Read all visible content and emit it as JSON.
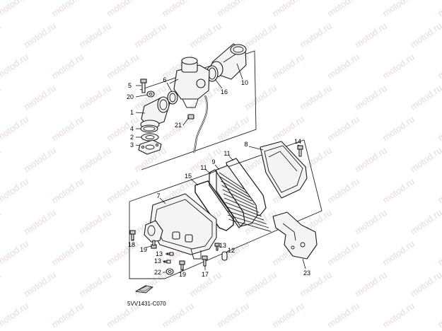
{
  "watermark": "motod.ru",
  "diagram_code": "5VV1431-C070",
  "callouts": {
    "c1": "1",
    "c2": "2",
    "c3": "3",
    "c4": "4",
    "c5": "5",
    "c6": "6",
    "c7": "7",
    "c8": "8",
    "c9": "9",
    "c10": "10",
    "c11a": "11",
    "c11b": "11",
    "c12": "12",
    "c13a": "13",
    "c13b": "13",
    "c14": "14",
    "c15": "15",
    "c16": "16",
    "c17": "17",
    "c18": "18",
    "c19a": "19",
    "c19b": "19",
    "c20": "20",
    "c21": "21",
    "c22": "22",
    "c23": "23"
  }
}
